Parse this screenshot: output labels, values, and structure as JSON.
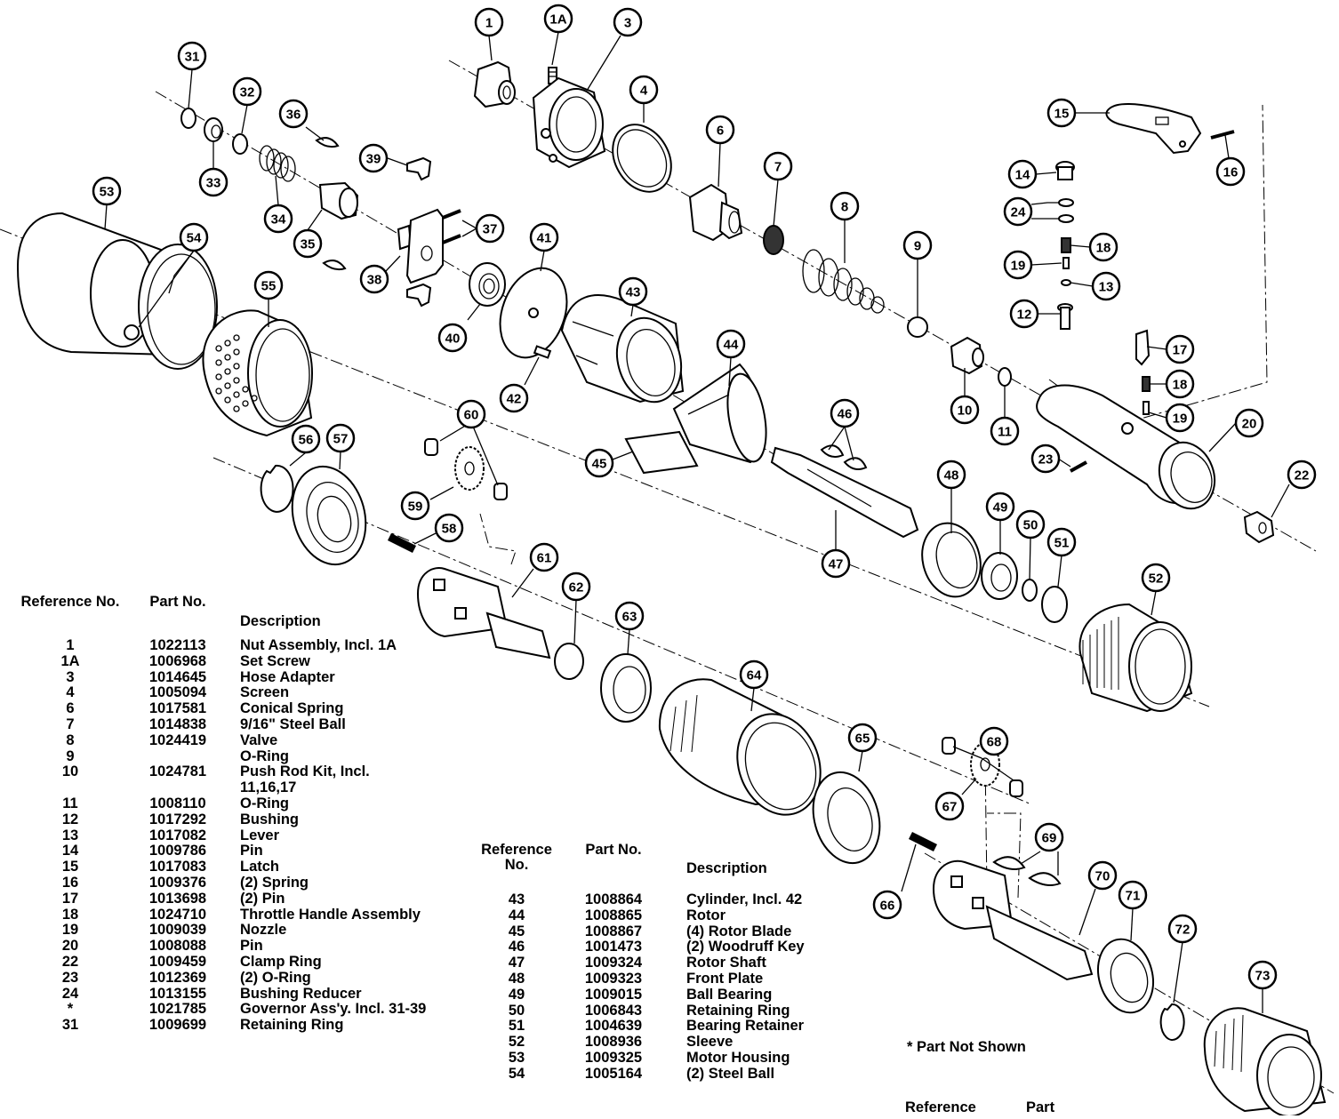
{
  "callouts": [
    "1",
    "1A",
    "3",
    "4",
    "6",
    "7",
    "8",
    "9",
    "10",
    "11",
    "12",
    "13",
    "14",
    "15",
    "16",
    "17",
    "18",
    "19",
    "20",
    "22",
    "23",
    "24",
    "31",
    "32",
    "33",
    "34",
    "35",
    "36",
    "37",
    "38",
    "39",
    "40",
    "41",
    "42",
    "43",
    "44",
    "45",
    "46",
    "47",
    "48",
    "49",
    "50",
    "51",
    "52",
    "53",
    "54",
    "55",
    "56",
    "57",
    "58",
    "59",
    "60",
    "61",
    "62",
    "63",
    "64",
    "65",
    "66",
    "67",
    "68",
    "69",
    "70",
    "71",
    "72",
    "73"
  ],
  "table1": {
    "headers": {
      "ref": "Reference No.",
      "part": "Part No.",
      "desc": "Description"
    },
    "rows": [
      {
        "ref": "1",
        "part": "1022113",
        "desc": "Nut Assembly, Incl. 1A"
      },
      {
        "ref": "1A",
        "part": "1006968",
        "desc": "Set Screw"
      },
      {
        "ref": "3",
        "part": "1014645",
        "desc": "Hose Adapter"
      },
      {
        "ref": "4",
        "part": "1005094",
        "desc": "Screen"
      },
      {
        "ref": "6",
        "part": "1017581",
        "desc": "Conical Spring"
      },
      {
        "ref": "7",
        "part": "1014838",
        "desc": "9/16\" Steel Ball"
      },
      {
        "ref": "8",
        "part": "1024419",
        "desc": "Valve"
      },
      {
        "ref": "9",
        "part": "",
        "desc": "O-Ring"
      },
      {
        "ref": "10",
        "part": "1024781",
        "desc": "Push Rod Kit, Incl."
      },
      {
        "ref": "",
        "part": "",
        "desc": "11,16,17"
      },
      {
        "ref": "11",
        "part": "1008110",
        "desc": "O-Ring"
      },
      {
        "ref": "12",
        "part": "1017292",
        "desc": "Bushing"
      },
      {
        "ref": "13",
        "part": "1017082",
        "desc": "Lever"
      },
      {
        "ref": "14",
        "part": "1009786",
        "desc": "Pin"
      },
      {
        "ref": "15",
        "part": "1017083",
        "desc": "Latch"
      },
      {
        "ref": "16",
        "part": "1009376",
        "desc": "(2) Spring"
      },
      {
        "ref": "17",
        "part": "1013698",
        "desc": "(2) Pin"
      },
      {
        "ref": "18",
        "part": "1024710",
        "desc": "Throttle Handle Assembly"
      },
      {
        "ref": "19",
        "part": "1009039",
        "desc": "Nozzle"
      },
      {
        "ref": "20",
        "part": "1008088",
        "desc": "Pin"
      },
      {
        "ref": "22",
        "part": "1009459",
        "desc": "Clamp Ring"
      },
      {
        "ref": "23",
        "part": "1012369",
        "desc": "(2) O-Ring"
      },
      {
        "ref": "24",
        "part": "1013155",
        "desc": "Bushing Reducer"
      },
      {
        "ref": "*",
        "part": "1021785",
        "desc": "Governor Ass'y. Incl. 31-39"
      },
      {
        "ref": "31",
        "part": "1009699",
        "desc": "Retaining Ring"
      }
    ]
  },
  "table2": {
    "headers": {
      "ref": "Reference No.",
      "part": "Part No.",
      "desc": "Description"
    },
    "rows": [
      {
        "ref": "43",
        "part": "1008864",
        "desc": "Cylinder, Incl. 42"
      },
      {
        "ref": "44",
        "part": "1008865",
        "desc": "Rotor"
      },
      {
        "ref": "45",
        "part": "1008867",
        "desc": "(4) Rotor Blade"
      },
      {
        "ref": "46",
        "part": "1001473",
        "desc": "(2) Woodruff Key"
      },
      {
        "ref": "47",
        "part": "1009324",
        "desc": "Rotor Shaft"
      },
      {
        "ref": "48",
        "part": "1009323",
        "desc": "Front Plate"
      },
      {
        "ref": "49",
        "part": "1009015",
        "desc": "Ball Bearing"
      },
      {
        "ref": "50",
        "part": "1006843",
        "desc": "Retaining Ring"
      },
      {
        "ref": "51",
        "part": "1004639",
        "desc": "Bearing Retainer"
      },
      {
        "ref": "52",
        "part": "1008936",
        "desc": "Sleeve"
      },
      {
        "ref": "53",
        "part": "1009325",
        "desc": "Motor Housing"
      },
      {
        "ref": "54",
        "part": "1005164",
        "desc": "(2) Steel Ball"
      }
    ]
  },
  "note": "* Part Not Shown",
  "table3": {
    "ref": "Reference",
    "part": "Part"
  }
}
